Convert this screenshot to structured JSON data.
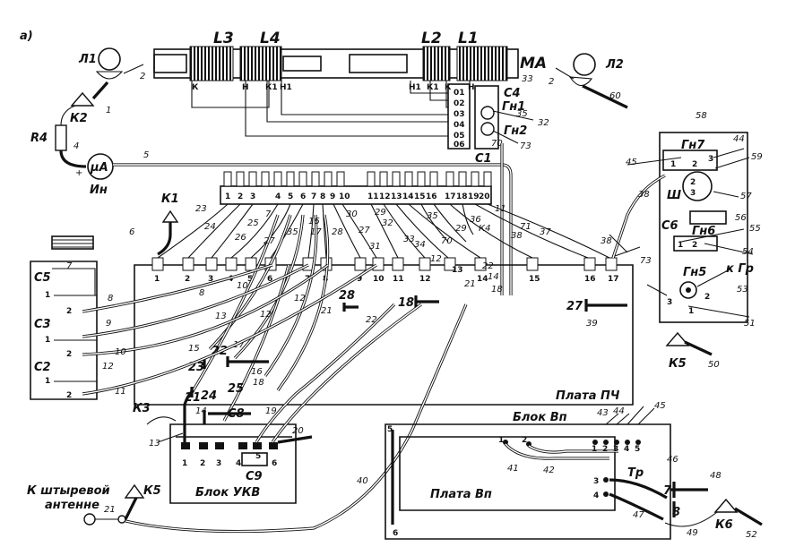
{
  "figure_tag": "а)",
  "lamps": {
    "l1": "Л1",
    "l2": "Л2"
  },
  "coils": {
    "l3": "L3",
    "l4": "L4",
    "l2": "L2",
    "l1": "L1",
    "ma": "MA"
  },
  "coil_pins": {
    "l3_k": "К",
    "l3_n": "Н",
    "l4_k": "К1",
    "l4_n": "Н1",
    "l2_n": "Н1",
    "l2_k": "К1",
    "l1_k": "К",
    "l1_n": "Н"
  },
  "components": {
    "k1": "К1",
    "k2": "К2",
    "k3": "К3",
    "k4": "К4",
    "k5": "К5",
    "k6": "К6",
    "r4": "R4",
    "meter_symbol": "μA",
    "meter": "Ин",
    "c1": "С1",
    "c2": "С2",
    "c3": "С3",
    "c4": "С4",
    "c5": "С5",
    "c6": "С6",
    "c8": "С8",
    "c9": "С9",
    "gn1": "Гн1",
    "gn2": "Гн2",
    "gn5": "Гн5",
    "gn6": "Гн6",
    "gn7": "Гн7",
    "sh": "Ш",
    "tr": "Тр",
    "k_gr": "к Гр"
  },
  "boards": {
    "pch": "Плата ПЧ",
    "ukv": "Блок УКВ",
    "vp_block": "Блок Вп",
    "vp_board": "Плата Вп"
  },
  "antenna_note": [
    "К штыревой",
    "антенне"
  ],
  "connector_pins": [
    "1",
    "2",
    "3",
    "4",
    "5",
    "6",
    "7",
    "8",
    "9",
    "10",
    "11",
    "12",
    "13",
    "14",
    "15",
    "16",
    "17",
    "18",
    "19",
    "20"
  ],
  "ma_terminals": [
    "01",
    "02",
    "03",
    "04",
    "05",
    "06"
  ],
  "board_pins": [
    "1",
    "2",
    "3",
    "4",
    "5",
    "6",
    "7",
    "8",
    "9",
    "10",
    "11",
    "12",
    "13",
    "14",
    "15",
    "16",
    "17"
  ],
  "ukv_pins": [
    "1",
    "2",
    "3",
    "4",
    "5",
    "6"
  ],
  "wire_numbers": [
    "1",
    "2",
    "3",
    "4",
    "5",
    "6",
    "7",
    "8",
    "9",
    "10",
    "11",
    "12",
    "13",
    "14",
    "15",
    "16",
    "17",
    "18",
    "19",
    "20",
    "21",
    "22",
    "23",
    "24",
    "25",
    "26",
    "27",
    "28",
    "29",
    "30",
    "31",
    "32",
    "33",
    "34",
    "35",
    "36",
    "37",
    "38",
    "39",
    "40",
    "41",
    "42",
    "43",
    "44",
    "45",
    "46",
    "47",
    "48",
    "49",
    "50",
    "51",
    "52",
    "53",
    "54",
    "55",
    "56",
    "57",
    "58",
    "59",
    "60",
    "70",
    "71",
    "72",
    "73"
  ],
  "vp_pins": [
    "1",
    "2",
    "3",
    "4",
    "5",
    "6",
    "7",
    "8",
    "Тр"
  ]
}
